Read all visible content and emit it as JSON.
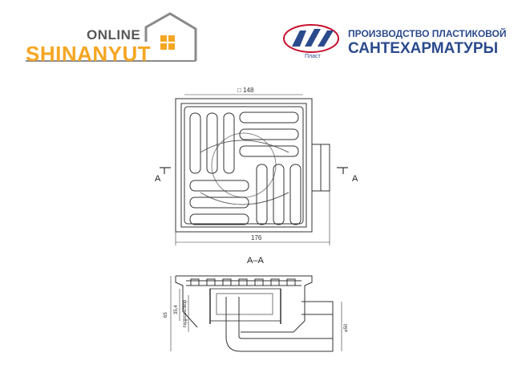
{
  "logo_left": {
    "top": "ONLINE",
    "main": "SHINANYUT"
  },
  "logo_right": {
    "emblem": "Пласт",
    "line1": "ПРОИЗВОДСТВО ПЛАСТИКОВОЙ",
    "line2": "САНТЕХАРМАТУРЫ"
  },
  "drawing": {
    "square_dim": "□ 148",
    "width_dim": "176",
    "section_left": "A",
    "section_right": "A",
    "section_title": "A–A",
    "height_dim": "65",
    "inner_dim": "35,4",
    "seal_label": "гидрозатвор",
    "diameter_dim": "⌀50"
  }
}
